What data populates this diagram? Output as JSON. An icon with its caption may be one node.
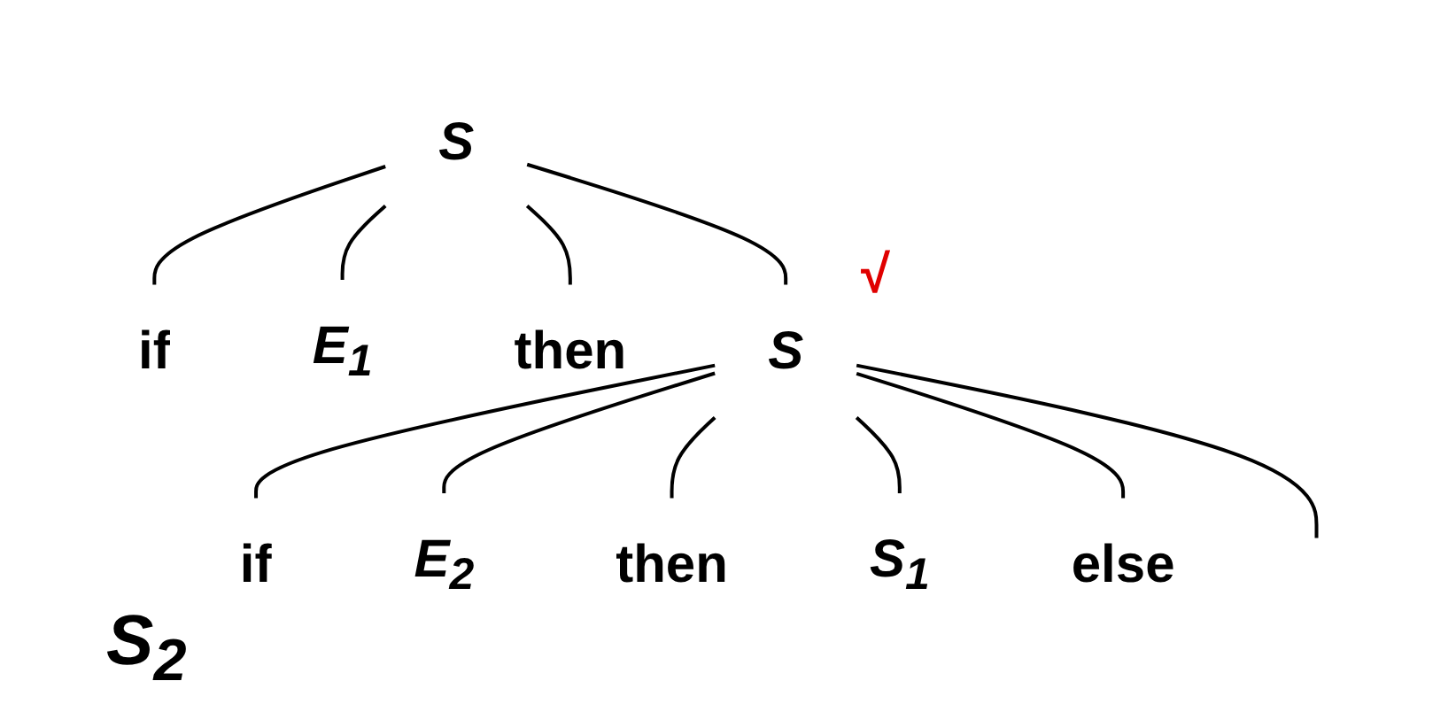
{
  "diagram": {
    "nodes": [
      {
        "text": [
          "S"
        ]
      },
      {
        "text": [
          "if"
        ]
      },
      {
        "text": [
          "E$_{1}$"
        ]
      },
      {
        "text": [
          "then"
        ]
      },
      {
        "text": [
          "S"
        ],
        "beside": [
          "√"
        ]
      },
      {
        "text": [
          "if"
        ]
      },
      {
        "text": [
          "E$_{2}$"
        ]
      },
      {
        "text": [
          "then"
        ]
      },
      {
        "text": [
          "S$_{1}$"
        ]
      },
      {
        "text": [
          "else"
        ]
      }
    ],
    "edges": [
      {
        "from": 0,
        "to": 1,
        "arrow": "none"
      },
      {
        "from": 0,
        "to": 2,
        "arrow": "none"
      },
      {
        "from": 0,
        "to": 3,
        "arrow": "none"
      },
      {
        "from": 0,
        "to": 4,
        "arrow": "none"
      },
      {
        "from": 4,
        "to": 5,
        "arrow": "none"
      },
      {
        "from": 4,
        "to": 6,
        "arrow": "none"
      },
      {
        "from": 4,
        "to": 7,
        "arrow": "none"
      },
      {
        "from": 4,
        "to": 8,
        "arrow": "none"
      },
      {
        "from": 4,
        "to": 9,
        "arrow": "none"
      },
      {
        "from": 4,
        "to": null,
        "arrow": "none"
      }
    ],
    "labels": [
      "S$_{2}$"
    ]
  }
}
